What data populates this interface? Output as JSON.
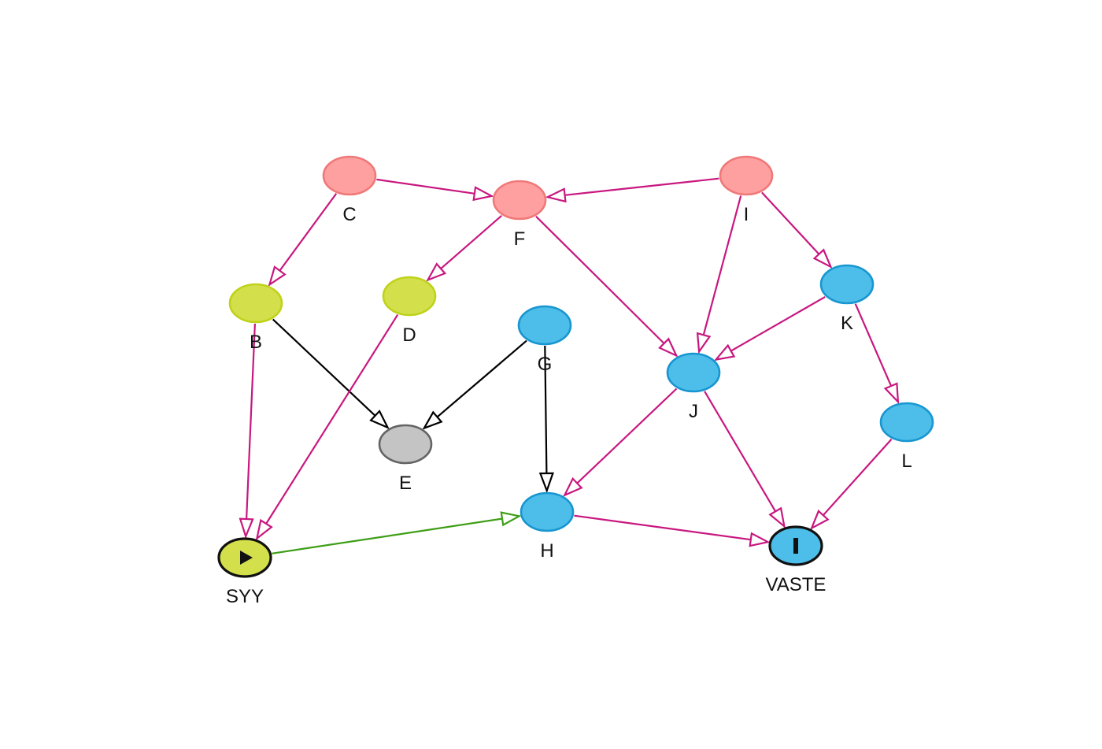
{
  "colors": {
    "pink_fill": "#FFA0A0",
    "pink_stroke": "#F07878",
    "lime_fill": "#D3E04C",
    "lime_stroke": "#BFD21A",
    "blue_fill": "#4DBDE9",
    "blue_stroke": "#1896D0",
    "gray_fill": "#C4C4C4",
    "gray_stroke": "#646464",
    "magenta_edge": "#C8177F",
    "black_edge": "#000000",
    "green_edge": "#3E9E16"
  },
  "nodes": [
    {
      "id": "C",
      "label": "C",
      "color": "pink"
    },
    {
      "id": "F",
      "label": "F",
      "color": "pink"
    },
    {
      "id": "I",
      "label": "I",
      "color": "pink"
    },
    {
      "id": "B",
      "label": "B",
      "color": "lime"
    },
    {
      "id": "D",
      "label": "D",
      "color": "lime"
    },
    {
      "id": "G",
      "label": "G",
      "color": "blue"
    },
    {
      "id": "K",
      "label": "K",
      "color": "blue"
    },
    {
      "id": "J",
      "label": "J",
      "color": "blue"
    },
    {
      "id": "L",
      "label": "L",
      "color": "blue"
    },
    {
      "id": "E",
      "label": "E",
      "color": "gray"
    },
    {
      "id": "H",
      "label": "H",
      "color": "blue"
    },
    {
      "id": "SYY",
      "label": "SYY",
      "color": "lime",
      "kind": "start",
      "icon": "play-icon"
    },
    {
      "id": "VASTE",
      "label": "VASTE",
      "color": "blue",
      "kind": "end",
      "icon": "stop-bar-icon"
    }
  ],
  "edges": [
    {
      "from": "C",
      "to": "F",
      "color": "magenta"
    },
    {
      "from": "C",
      "to": "B",
      "color": "magenta"
    },
    {
      "from": "I",
      "to": "F",
      "color": "magenta"
    },
    {
      "from": "F",
      "to": "D",
      "color": "magenta"
    },
    {
      "from": "F",
      "to": "J",
      "color": "magenta"
    },
    {
      "from": "I",
      "to": "J",
      "color": "magenta"
    },
    {
      "from": "I",
      "to": "K",
      "color": "magenta"
    },
    {
      "from": "K",
      "to": "J",
      "color": "magenta"
    },
    {
      "from": "K",
      "to": "L",
      "color": "magenta"
    },
    {
      "from": "B",
      "to": "E",
      "color": "black"
    },
    {
      "from": "G",
      "to": "E",
      "color": "black"
    },
    {
      "from": "G",
      "to": "H",
      "color": "black"
    },
    {
      "from": "B",
      "to": "SYY",
      "color": "magenta"
    },
    {
      "from": "D",
      "to": "SYY",
      "color": "magenta"
    },
    {
      "from": "J",
      "to": "H",
      "color": "magenta"
    },
    {
      "from": "J",
      "to": "VASTE",
      "color": "magenta"
    },
    {
      "from": "L",
      "to": "VASTE",
      "color": "magenta"
    },
    {
      "from": "H",
      "to": "VASTE",
      "color": "magenta"
    },
    {
      "from": "SYY",
      "to": "H",
      "color": "green"
    }
  ]
}
